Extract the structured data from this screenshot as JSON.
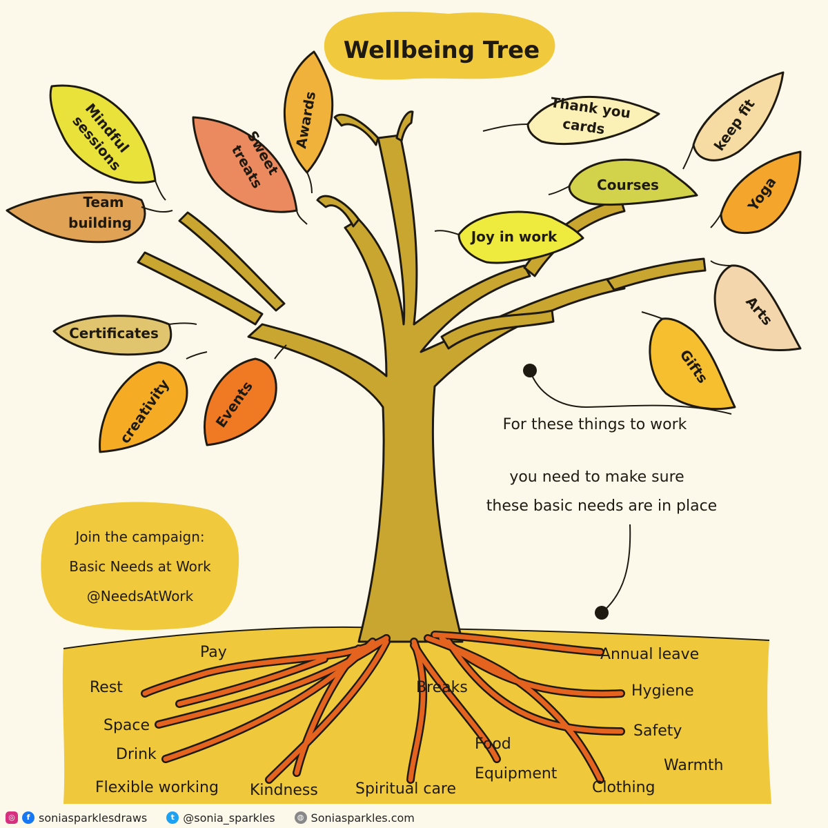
{
  "title": "Wellbeing Tree",
  "leaves": {
    "mindful": [
      "Mindful",
      "sessions"
    ],
    "sweet": [
      "Sweet",
      "treats"
    ],
    "awards": "Awards",
    "thankyou": [
      "Thank you",
      "cards"
    ],
    "keepfit": "keep fit",
    "team": [
      "Team",
      "building"
    ],
    "courses": "Courses",
    "yoga": "Yoga",
    "joy": "Joy in work",
    "arts": "Arts",
    "certificates": "Certificates",
    "gifts": "Gifts",
    "creativity": "creativity",
    "events": "Events"
  },
  "note": {
    "line1": "For these things to work",
    "line2": "you need to make sure",
    "line3": "these basic needs are in place"
  },
  "campaign": {
    "line1": "Join the campaign:",
    "line2": "Basic Needs at Work",
    "line3": "@NeedsAtWork"
  },
  "roots": {
    "pay": "Pay",
    "annual_leave": "Annual leave",
    "rest": "Rest",
    "breaks": "Breaks",
    "hygiene": "Hygiene",
    "space": "Space",
    "safety": "Safety",
    "drink": "Drink",
    "food": "Food",
    "warmth": "Warmth",
    "equipment": "Equipment",
    "flexible": "Flexible working",
    "kindness": "Kindness",
    "spiritual": "Spiritual care",
    "clothing": "Clothing"
  },
  "footer": {
    "social1": "soniasparklesdraws",
    "social2": "@sonia_sparkles",
    "website": "Soniasparkles.com"
  },
  "colors": {
    "background": "#fdf9ea",
    "trunk": "#c9a62f",
    "ground": "#efc83c",
    "roots": "#e4631f",
    "title_bubble": "#f0c93d"
  }
}
